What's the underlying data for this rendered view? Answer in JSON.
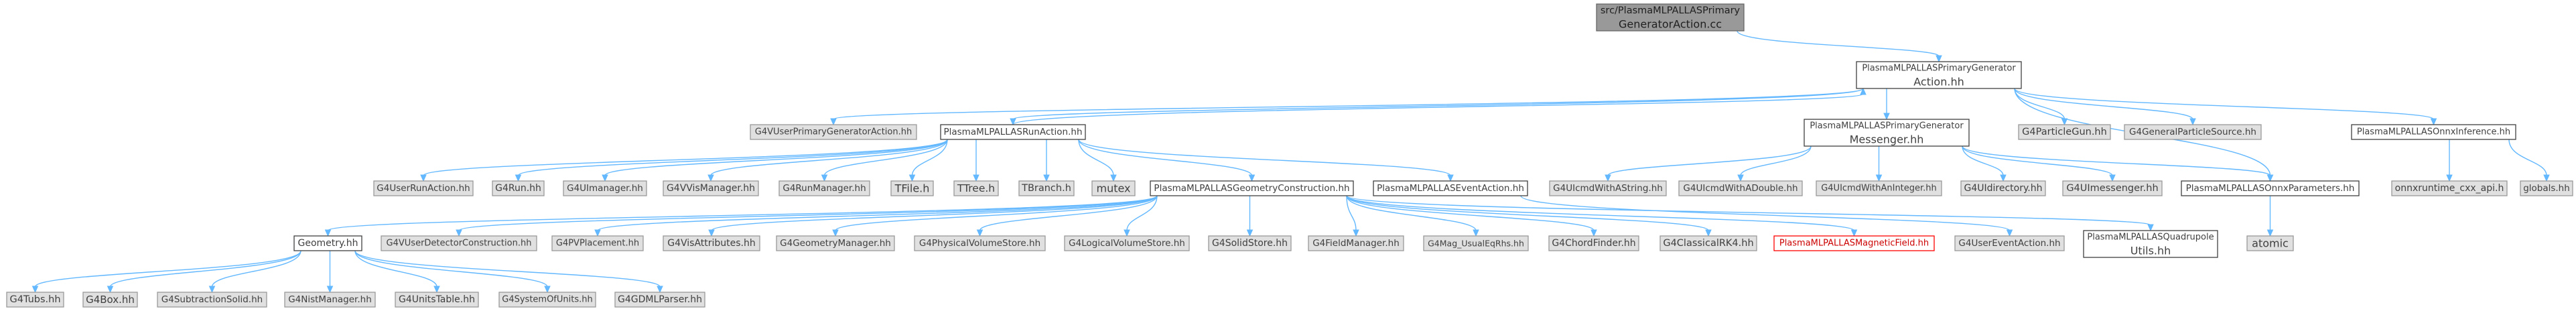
{
  "graph": {
    "nodes": [
      {
        "id": "root",
        "lines": [
          "src/PlasmaMLPALLASPrimary",
          "GeneratorAction.cc"
        ],
        "style": "root"
      },
      {
        "id": "pgh",
        "lines": [
          "PlasmaMLPALLASPrimaryGenerator",
          "Action.hh"
        ],
        "style": "white"
      },
      {
        "id": "g4vupg",
        "lines": [
          "G4VUserPrimaryGeneratorAction.hh"
        ],
        "style": "gray"
      },
      {
        "id": "runh",
        "lines": [
          "PlasmaMLPALLASRunAction.hh"
        ],
        "style": "white"
      },
      {
        "id": "msgh",
        "lines": [
          "PlasmaMLPALLASPrimaryGenerator",
          "Messenger.hh"
        ],
        "style": "white"
      },
      {
        "id": "pgun",
        "lines": [
          "G4ParticleGun.hh"
        ],
        "style": "gray"
      },
      {
        "id": "gps",
        "lines": [
          "G4GeneralParticleSource.hh"
        ],
        "style": "gray"
      },
      {
        "id": "onnxinf",
        "lines": [
          "PlasmaMLPALLASOnnxInference.hh"
        ],
        "style": "white"
      },
      {
        "id": "uraction",
        "lines": [
          "G4UserRunAction.hh"
        ],
        "style": "gray"
      },
      {
        "id": "g4run",
        "lines": [
          "G4Run.hh"
        ],
        "style": "gray"
      },
      {
        "id": "uiman",
        "lines": [
          "G4UImanager.hh"
        ],
        "style": "gray"
      },
      {
        "id": "vvis",
        "lines": [
          "G4VVisManager.hh"
        ],
        "style": "gray"
      },
      {
        "id": "runman",
        "lines": [
          "G4RunManager.hh"
        ],
        "style": "gray"
      },
      {
        "id": "tfile",
        "lines": [
          "TFile.h"
        ],
        "style": "gray"
      },
      {
        "id": "ttree",
        "lines": [
          "TTree.h"
        ],
        "style": "gray"
      },
      {
        "id": "tbranch",
        "lines": [
          "TBranch.h"
        ],
        "style": "gray"
      },
      {
        "id": "mutex",
        "lines": [
          "mutex"
        ],
        "style": "gray"
      },
      {
        "id": "geoc",
        "lines": [
          "PlasmaMLPALLASGeometryConstruction.hh"
        ],
        "style": "white"
      },
      {
        "id": "evact",
        "lines": [
          "PlasmaMLPALLASEventAction.hh"
        ],
        "style": "white"
      },
      {
        "id": "cmdstr",
        "lines": [
          "G4UIcmdWithAString.hh"
        ],
        "style": "gray"
      },
      {
        "id": "cmddbl",
        "lines": [
          "G4UIcmdWithADouble.hh"
        ],
        "style": "gray"
      },
      {
        "id": "cmdint",
        "lines": [
          "G4UIcmdWithAnInteger.hh"
        ],
        "style": "gray"
      },
      {
        "id": "uidir",
        "lines": [
          "G4UIdirectory.hh"
        ],
        "style": "gray"
      },
      {
        "id": "uimsg",
        "lines": [
          "G4UImessenger.hh"
        ],
        "style": "gray"
      },
      {
        "id": "onnxpar",
        "lines": [
          "PlasmaMLPALLASOnnxParameters.hh"
        ],
        "style": "white"
      },
      {
        "id": "ortcxx",
        "lines": [
          "onnxruntime_cxx_api.h"
        ],
        "style": "gray"
      },
      {
        "id": "globals",
        "lines": [
          "globals.hh"
        ],
        "style": "gray"
      },
      {
        "id": "geometry",
        "lines": [
          "Geometry.hh"
        ],
        "style": "white"
      },
      {
        "id": "vudc",
        "lines": [
          "G4VUserDetectorConstruction.hh"
        ],
        "style": "gray"
      },
      {
        "id": "pvpl",
        "lines": [
          "G4PVPlacement.hh"
        ],
        "style": "gray"
      },
      {
        "id": "visatt",
        "lines": [
          "G4VisAttributes.hh"
        ],
        "style": "gray"
      },
      {
        "id": "geoman",
        "lines": [
          "G4GeometryManager.hh"
        ],
        "style": "gray"
      },
      {
        "id": "pvstore",
        "lines": [
          "G4PhysicalVolumeStore.hh"
        ],
        "style": "gray"
      },
      {
        "id": "lvstore",
        "lines": [
          "G4LogicalVolumeStore.hh"
        ],
        "style": "gray"
      },
      {
        "id": "solstore",
        "lines": [
          "G4SolidStore.hh"
        ],
        "style": "gray"
      },
      {
        "id": "fieldman",
        "lines": [
          "G4FieldManager.hh"
        ],
        "style": "gray"
      },
      {
        "id": "magusual",
        "lines": [
          "G4Mag_UsualEqRhs.hh"
        ],
        "style": "gray"
      },
      {
        "id": "chord",
        "lines": [
          "G4ChordFinder.hh"
        ],
        "style": "gray"
      },
      {
        "id": "crk4",
        "lines": [
          "G4ClassicalRK4.hh"
        ],
        "style": "gray"
      },
      {
        "id": "magfield",
        "lines": [
          "PlasmaMLPALLASMagneticField.hh"
        ],
        "style": "red"
      },
      {
        "id": "ueact",
        "lines": [
          "G4UserEventAction.hh"
        ],
        "style": "gray"
      },
      {
        "id": "quad",
        "lines": [
          "PlasmaMLPALLASQuadrupole",
          "Utils.hh"
        ],
        "style": "white"
      },
      {
        "id": "atomic",
        "lines": [
          "atomic"
        ],
        "style": "gray"
      },
      {
        "id": "tubs",
        "lines": [
          "G4Tubs.hh"
        ],
        "style": "gray"
      },
      {
        "id": "box",
        "lines": [
          "G4Box.hh"
        ],
        "style": "gray"
      },
      {
        "id": "subsol",
        "lines": [
          "G4SubtractionSolid.hh"
        ],
        "style": "gray"
      },
      {
        "id": "nist",
        "lines": [
          "G4NistManager.hh"
        ],
        "style": "gray"
      },
      {
        "id": "unitstab",
        "lines": [
          "G4UnitsTable.hh"
        ],
        "style": "gray"
      },
      {
        "id": "sysunits",
        "lines": [
          "G4SystemOfUnits.hh"
        ],
        "style": "gray"
      },
      {
        "id": "gdml",
        "lines": [
          "G4GDMLParser.hh"
        ],
        "style": "gray"
      }
    ],
    "edges": [
      [
        "root",
        "pgh"
      ],
      [
        "pgh",
        "g4vupg"
      ],
      [
        "pgh",
        "runh"
      ],
      [
        "pgh",
        "msgh"
      ],
      [
        "pgh",
        "pgun"
      ],
      [
        "pgh",
        "gps"
      ],
      [
        "pgh",
        "onnxinf"
      ],
      [
        "pgh",
        "onnxpar"
      ],
      [
        "runh",
        "uraction"
      ],
      [
        "runh",
        "g4run"
      ],
      [
        "runh",
        "uiman"
      ],
      [
        "runh",
        "vvis"
      ],
      [
        "runh",
        "runman"
      ],
      [
        "runh",
        "tfile"
      ],
      [
        "runh",
        "ttree"
      ],
      [
        "runh",
        "tbranch"
      ],
      [
        "runh",
        "mutex"
      ],
      [
        "runh",
        "geoc"
      ],
      [
        "runh",
        "evact"
      ],
      [
        "runh",
        "pgh"
      ],
      [
        "msgh",
        "cmdstr"
      ],
      [
        "msgh",
        "cmddbl"
      ],
      [
        "msgh",
        "cmdint"
      ],
      [
        "msgh",
        "uidir"
      ],
      [
        "msgh",
        "uimsg"
      ],
      [
        "msgh",
        "onnxpar"
      ],
      [
        "onnxinf",
        "ortcxx"
      ],
      [
        "onnxinf",
        "globals"
      ],
      [
        "onnxpar",
        "atomic"
      ],
      [
        "geoc",
        "geometry"
      ],
      [
        "geoc",
        "vudc"
      ],
      [
        "geoc",
        "pvpl"
      ],
      [
        "geoc",
        "visatt"
      ],
      [
        "geoc",
        "geoman"
      ],
      [
        "geoc",
        "pvstore"
      ],
      [
        "geoc",
        "lvstore"
      ],
      [
        "geoc",
        "solstore"
      ],
      [
        "geoc",
        "fieldman"
      ],
      [
        "geoc",
        "magusual"
      ],
      [
        "geoc",
        "chord"
      ],
      [
        "geoc",
        "crk4"
      ],
      [
        "geoc",
        "magfield"
      ],
      [
        "geoc",
        "quad"
      ],
      [
        "evact",
        "ueact"
      ],
      [
        "geometry",
        "tubs"
      ],
      [
        "geometry",
        "box"
      ],
      [
        "geometry",
        "subsol"
      ],
      [
        "geometry",
        "nist"
      ],
      [
        "geometry",
        "unitstab"
      ],
      [
        "geometry",
        "sysunits"
      ],
      [
        "geometry",
        "gdml"
      ]
    ]
  }
}
